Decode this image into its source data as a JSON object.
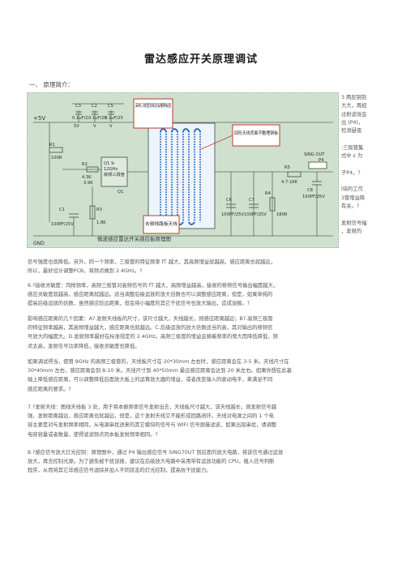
{
  "title": "雷达感应开关原理调试",
  "section_heading": "一、 原理简介：",
  "diagram": {
    "caption": "微波感应雷达开关感应板原理图",
    "labels": {
      "vplus": "+5V",
      "gnd": "GND",
      "c3": "C3",
      "c3v": "0.1uF/2",
      "c2": "C2",
      "c2v": "0.1uF/25",
      "c1a": "C5",
      "c1av": "0.1uF/25",
      "r1": "R1",
      "r1v": "100R",
      "r2": "R2",
      "r2v": "4.3K",
      "r2b": "3.9K",
      "q1": "Q1 9-",
      "q1b": "12GHz",
      "q1c": "高频三极管",
      "q1pin": "Q1",
      "r3": "R3",
      "r3v": "1.8K",
      "c1": "C1",
      "c1v": "100PF/25V",
      "c6": "C6",
      "c6v": "100PF/25V",
      "c7": "C7",
      "c7v": "100PF/25V",
      "r4": "R4",
      "r4v": "180R",
      "r5": "R5",
      "r5v": "4.7-16K",
      "c8": "C8",
      "c8v": "100PF/25V",
      "sing": "SING OUT",
      "p4": "P4",
      "volt1": "5V",
      "volt2": "V",
      "volt3": "V"
    },
    "callouts": {
      "transistor": "高频三极管背面没有覆铜板层",
      "antenna": "回形天线背面不敷埋铜板",
      "track": "去频线路板天线"
    }
  },
  "side_lines": [
    "3 两层铜箔",
    "大大，再经",
    "过射波效会",
    "出 (P4)，",
    "检测昼夜",
    "",
    ":三极管集",
    "式中 ε 为",
    "",
    "子P4，?",
    "",
    "l块的工作",
    "3管增益降",
    "有关。?",
    "",
    "发射信号幅",
    "，发射的"
  ],
  "paragraphs": [
    {
      "lines": [
        "信号强度也就降低。另外，同一个频率，三极管的特征频率 fT 越大，其高频增益就越高，感应距离也就越远，",
        "所以，最好设计调整PCB，将频点做到 2.4GHz。?"
      ]
    },
    {
      "lines": [
        "6.?接收灵敏度：同样频率，高频三极管对高频信号的 fT 越大，高频增益越高，接收的移频信号输出幅度越大，",
        "感应灵敏度就越高，感应距离就越远。适当调整后级运放的放大倍数也可以调整感应距离，但是，如果单纯的",
        "提高后级运放的倍数，虽然感应较远距离，但会将小幅度的其它干扰信号也放大输出，造成误报。?"
      ]
    },
    {
      "lines": [
        "影响感应距离的几个因素：A?.发射天线板的尺寸，该尺寸越大，天线越长，则感应距离越远；B?.高频三极管",
        "的特征频率越高，其高频增益越大，感应距离也就越远。C.后级运放的放大倍数适当的高，其对输出的移频信",
        "号放大的幅度大。D.发射频率最好在标准规定的 2.4GHz。高频三极管的增益会随着频率的增大而降低降低，频",
        "点太高，发射信号功率降低，接收灵敏度也降低。"
      ]
    },
    {
      "lines": [
        "如果调试得当，使用 9GHz 的高频三极管的，天线板尺寸在 20*30mm 左右时，感应距离会在 3-5 米。天线尺寸在",
        "30*40mm 左右，感应距离会到 8-10 米。天线尺寸到 40*50mm 最远感应距离会达到 20 米左右。如果你想在此基",
        "础上降低感应距离，可以调整降低后面放大板上的运算放大器的增益，或者改变输入的驱动电平，来满足不同",
        "感应距离的要求。?"
      ]
    },
    {
      "lines": [
        "7.?发射天线：图线天线板 3 处，用于将本振频率信号发射出去，天线板尺寸越大，该天线越长，则发射信号越",
        "强，发射距离越远，感应距离也就越远，但是，这个发射天线又不能形成回路闭环。天线对电源之间的 1 个电",
        "容主要是对与发射频率相同，从电源串扰进来的其它模块的信号与 WIFI 信号屏蔽滤波，如果出现串扰，请调整",
        "电容容量或者数量，使得滤波频点同本板发射频率相同。?"
      ]
    },
    {
      "lines": [
        "8.?感应信号放大灯光控制：原理图中，通过 P4 输出感应信号 SING70UT 到后面的放大电路，将该信号通过运放",
        "放大，再去控制光源。为了避免被干扰误报，建议在后级放大电路中采用带有运放功能的 CPU，植入信号判断",
        "程序，从而将其它非感应信号滤除并加入不同状态的灯光控制，提高抗干扰能力。"
      ]
    }
  ]
}
